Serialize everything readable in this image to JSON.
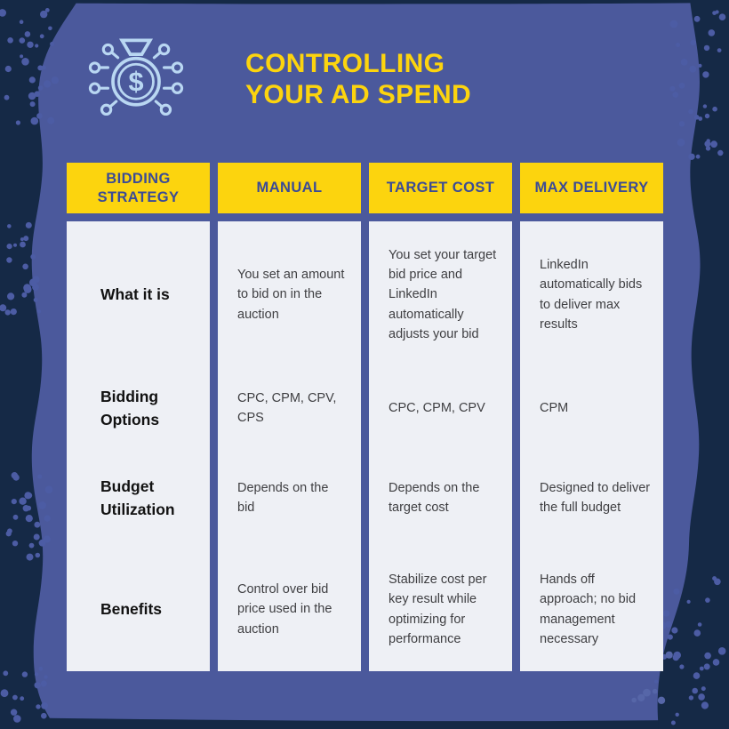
{
  "header": {
    "title_line1": "CONTROLLING",
    "title_line2": "YOUR AD SPEND",
    "icon": "money-bag-network-icon",
    "icon_symbol": "$"
  },
  "table": {
    "strategy_header": "BIDDING STRATEGY",
    "row_labels": [
      "What it is",
      "Bidding Options",
      "Budget Utilization",
      "Benefits"
    ],
    "columns": [
      {
        "header": "MANUAL",
        "cells": [
          "You set an amount to bid on in the auction",
          "CPC, CPM, CPV, CPS",
          "Depends on the bid",
          "Control over bid price used in the auction"
        ]
      },
      {
        "header": "TARGET COST",
        "cells": [
          "You set your target bid price and LinkedIn automatically adjusts your bid",
          "CPC, CPM, CPV",
          "Depends on the target cost",
          "Stabilize cost per key result while optimizing for performance"
        ]
      },
      {
        "header": "MAX DELIVERY",
        "cells": [
          "LinkedIn automatically bids to deliver max results",
          "CPM",
          "Designed to deliver the full budget",
          "Hands off approach; no bid management necessary"
        ]
      }
    ]
  },
  "colors": {
    "background": "#4b599c",
    "edge_navy": "#152946",
    "accent_yellow": "#fcd40e",
    "header_text": "#3b4b96",
    "card": "#eef0f5",
    "icon_blue": "#b9d7f2",
    "dot_blue": "#4c5ca4"
  }
}
